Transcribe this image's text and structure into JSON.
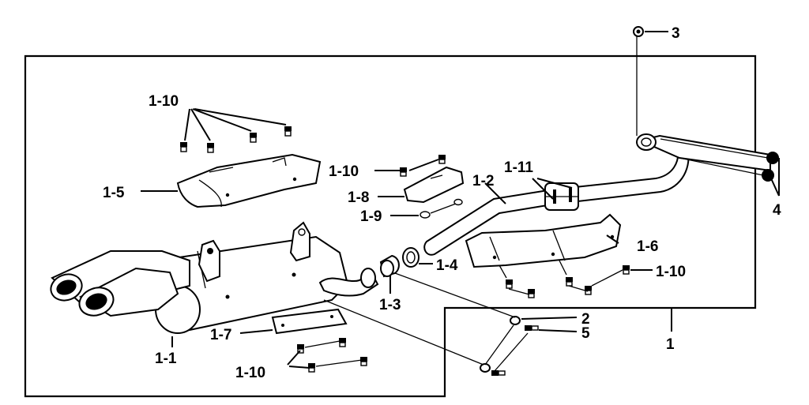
{
  "labels": {
    "l1": "1",
    "l1_1": "1-1",
    "l1_2": "1-2",
    "l1_3": "1-3",
    "l1_4": "1-4",
    "l1_5": "1-5",
    "l1_6": "1-6",
    "l1_7": "1-7",
    "l1_8": "1-8",
    "l1_9": "1-9",
    "l1_10": "1-10",
    "l1_11": "1-11",
    "l2": "2",
    "l3": "3",
    "l4": "4",
    "l5": "5"
  }
}
